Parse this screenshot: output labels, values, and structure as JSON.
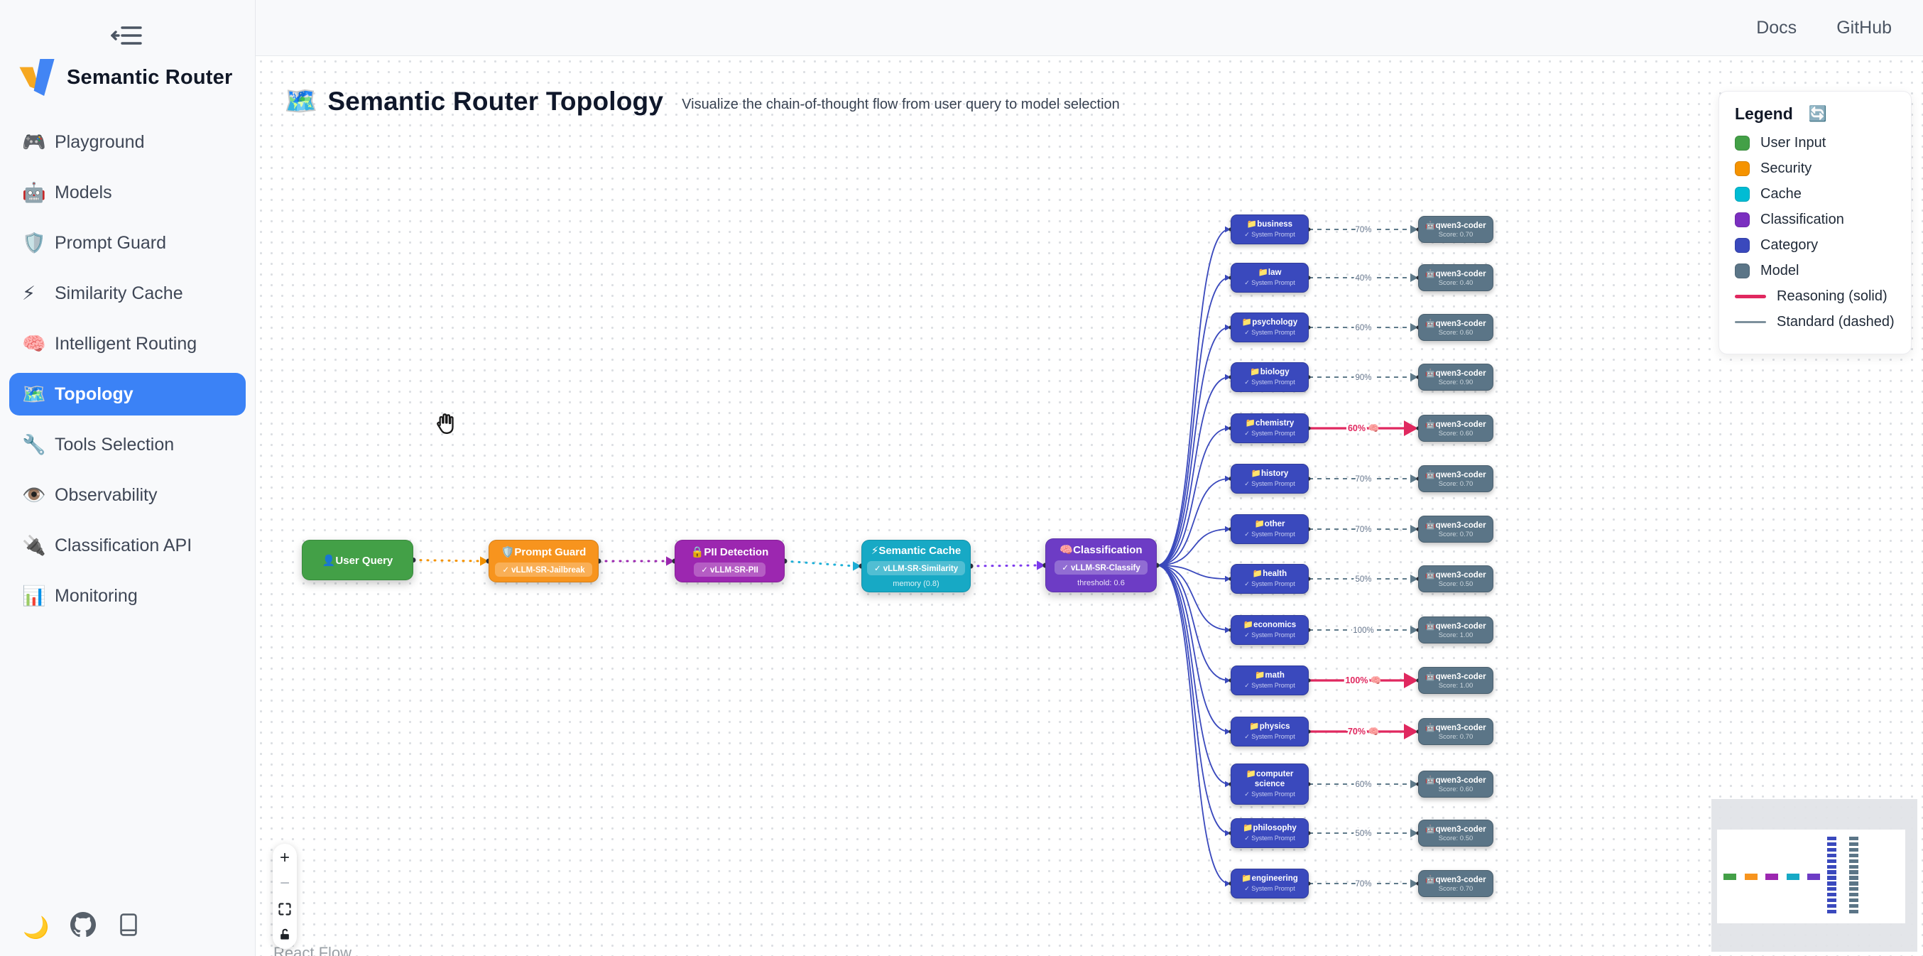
{
  "sidebar": {
    "logo_text": "Semantic Router",
    "items": [
      {
        "name": "playground",
        "icon": "🎮",
        "label": "Playground",
        "active": false
      },
      {
        "name": "models",
        "icon": "🤖",
        "label": "Models",
        "active": false
      },
      {
        "name": "prompt-guard",
        "icon": "🛡️",
        "label": "Prompt Guard",
        "active": false
      },
      {
        "name": "similarity-cache",
        "icon": "⚡",
        "label": "Similarity Cache",
        "active": false
      },
      {
        "name": "intelligent-routing",
        "icon": "🧠",
        "label": "Intelligent Routing",
        "active": false
      },
      {
        "name": "topology",
        "icon": "🗺️",
        "label": "Topology",
        "active": true
      },
      {
        "name": "tools-selection",
        "icon": "🔧",
        "label": "Tools Selection",
        "active": false
      },
      {
        "name": "observability",
        "icon": "👁️",
        "label": "Observability",
        "active": false
      },
      {
        "name": "classification-api",
        "icon": "🔌",
        "label": "Classification API",
        "active": false
      },
      {
        "name": "monitoring",
        "icon": "📊",
        "label": "Monitoring",
        "active": false
      }
    ],
    "footer": {
      "theme_icon": "🌙"
    }
  },
  "topbar": {
    "docs_label": "Docs",
    "github_label": "GitHub"
  },
  "header": {
    "title_icon": "🗺️",
    "title": "Semantic Router Topology",
    "subtitle": "Visualize the chain-of-thought flow from user query to model selection"
  },
  "legend": {
    "title": "Legend",
    "refresh_icon": "🔄",
    "items": [
      {
        "label": "User Input",
        "color": "#43a047"
      },
      {
        "label": "Security",
        "color": "#f59300"
      },
      {
        "label": "Cache",
        "color": "#00bcd4"
      },
      {
        "label": "Classification",
        "color": "#7b2fc0"
      },
      {
        "label": "Category",
        "color": "#3a49bd"
      },
      {
        "label": "Model",
        "color": "#5b7587"
      }
    ],
    "lines": [
      {
        "label": "Reasoning (solid)",
        "color": "#e0285f",
        "height": 5
      },
      {
        "label": "Standard (dashed)",
        "color": "#7d909c",
        "height": 3
      }
    ]
  },
  "flow": {
    "type": "flow-diagram",
    "pipeline": [
      {
        "icon": "👤",
        "label": "User Query",
        "color": "#43a047",
        "badge": null,
        "sub": null
      },
      {
        "icon": "🛡️",
        "label": "Prompt Guard",
        "color": "#f7941e",
        "badge": "✓ vLLM-SR-Jailbreak",
        "sub": null
      },
      {
        "icon": "🔒",
        "label": "PII Detection",
        "color": "#9c27b0",
        "badge": "✓ vLLM-SR-PII",
        "sub": null
      },
      {
        "icon": "⚡",
        "label": "Semantic Cache",
        "color": "#17a9c5",
        "badge": "✓ vLLM-SR-Similarity",
        "sub": "memory (0.8)"
      },
      {
        "icon": "🧠",
        "label": "Classification",
        "color": "#6d3cc5",
        "badge": "✓ vLLM-SR-Classify",
        "sub": "threshold: 0.6"
      }
    ],
    "pipeline_edge_colors": [
      "#f59300",
      "#9c27b0",
      "#1fb0d8",
      "#7c3aed"
    ],
    "category_icon": "📁",
    "category_sub": "✓ System Prompt",
    "category_color": "#3a49bd",
    "model_icon": "🤖",
    "model_name": "qwen3-coder",
    "model_color": "#5b7587",
    "reasoning_color": "#e0285f",
    "standard_color": "#5f7a8a",
    "categories": [
      {
        "name": "business",
        "percent": "70%",
        "score": "Score: 0.70",
        "reasoning": false
      },
      {
        "name": "law",
        "percent": "40%",
        "score": "Score: 0.40",
        "reasoning": false
      },
      {
        "name": "psychology",
        "percent": "60%",
        "score": "Score: 0.60",
        "reasoning": false
      },
      {
        "name": "biology",
        "percent": "90%",
        "score": "Score: 0.90",
        "reasoning": false
      },
      {
        "name": "chemistry",
        "percent": "60% 🧠",
        "score": "Score: 0.60",
        "reasoning": true
      },
      {
        "name": "history",
        "percent": "70%",
        "score": "Score: 0.70",
        "reasoning": false
      },
      {
        "name": "other",
        "percent": "70%",
        "score": "Score: 0.70",
        "reasoning": false
      },
      {
        "name": "health",
        "percent": "50%",
        "score": "Score: 0.50",
        "reasoning": false
      },
      {
        "name": "economics",
        "percent": "100%",
        "score": "Score: 1.00",
        "reasoning": false
      },
      {
        "name": "math",
        "percent": "100% 🧠",
        "score": "Score: 1.00",
        "reasoning": true
      },
      {
        "name": "physics",
        "percent": "70% 🧠",
        "score": "Score: 0.70",
        "reasoning": true
      },
      {
        "name": "computer science",
        "percent": "60%",
        "score": "Score: 0.60",
        "reasoning": false
      },
      {
        "name": "philosophy",
        "percent": "50%",
        "score": "Score: 0.50",
        "reasoning": false
      },
      {
        "name": "engineering",
        "percent": "70%",
        "score": "Score: 0.70",
        "reasoning": false
      }
    ]
  },
  "controls": {
    "zoom_in_icon": "+",
    "zoom_out_icon": "−"
  },
  "attribution": "React Flow"
}
